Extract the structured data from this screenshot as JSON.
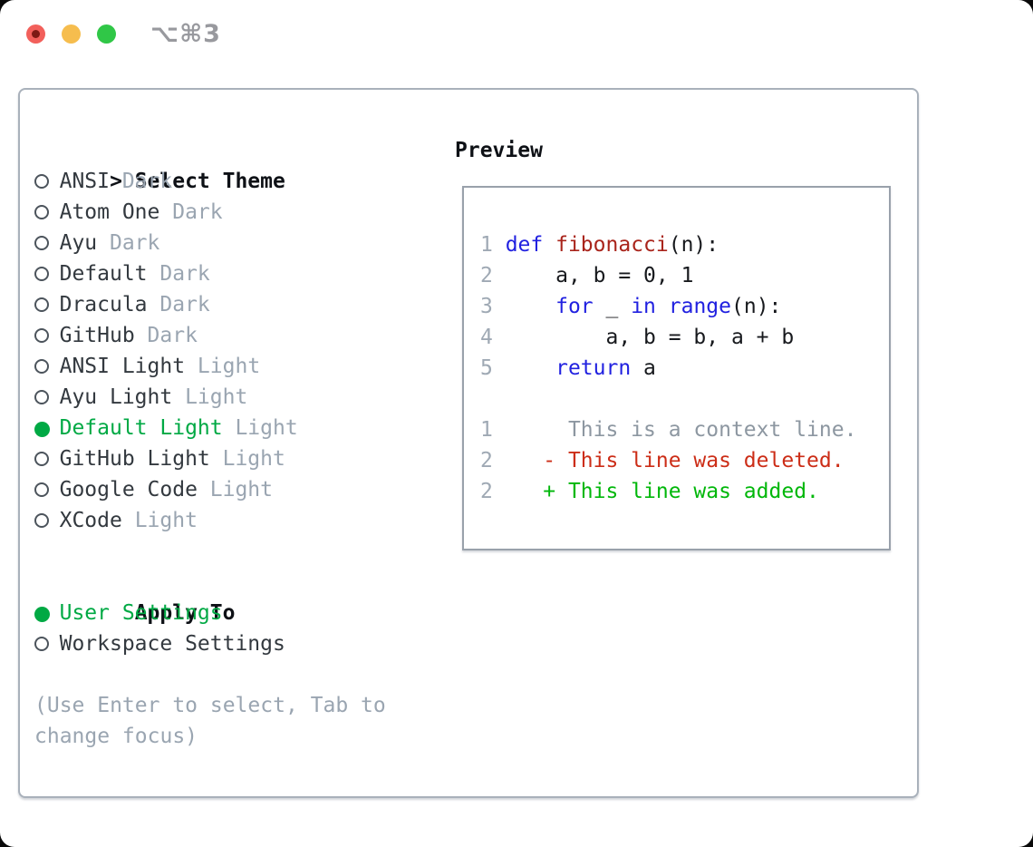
{
  "window": {
    "title_shortcut": "⌥⌘3"
  },
  "theme_selector": {
    "cursor": ">",
    "heading": "Select Theme",
    "themes": [
      {
        "name": "ANSI",
        "variant": "Dark",
        "selected": false
      },
      {
        "name": "Atom One",
        "variant": "Dark",
        "selected": false
      },
      {
        "name": "Ayu",
        "variant": "Dark",
        "selected": false
      },
      {
        "name": "Default",
        "variant": "Dark",
        "selected": false
      },
      {
        "name": "Dracula",
        "variant": "Dark",
        "selected": false
      },
      {
        "name": "GitHub",
        "variant": "Dark",
        "selected": false
      },
      {
        "name": "ANSI Light",
        "variant": "Light",
        "selected": false
      },
      {
        "name": "Ayu Light",
        "variant": "Light",
        "selected": false
      },
      {
        "name": "Default Light",
        "variant": "Light",
        "selected": true
      },
      {
        "name": "GitHub Light",
        "variant": "Light",
        "selected": false
      },
      {
        "name": "Google Code",
        "variant": "Light",
        "selected": false
      },
      {
        "name": "XCode",
        "variant": "Light",
        "selected": false
      }
    ],
    "apply_to": {
      "heading": "Apply To",
      "options": [
        {
          "label": "User Settings",
          "selected": true
        },
        {
          "label": "Workspace Settings",
          "selected": false
        }
      ]
    },
    "hint": "(Use Enter to select, Tab to change focus)"
  },
  "preview": {
    "heading": "Preview",
    "code_lines": [
      {
        "num": "1",
        "tokens": [
          [
            "kw",
            "def"
          ],
          [
            "pl",
            " "
          ],
          [
            "fn",
            "fibonacci"
          ],
          [
            "pl",
            "(n):"
          ]
        ]
      },
      {
        "num": "2",
        "tokens": [
          [
            "pl",
            "    a, b = 0, 1"
          ]
        ]
      },
      {
        "num": "3",
        "tokens": [
          [
            "pl",
            "    "
          ],
          [
            "kw",
            "for"
          ],
          [
            "pl",
            " _ "
          ],
          [
            "kw",
            "in"
          ],
          [
            "pl",
            " "
          ],
          [
            "kw",
            "range"
          ],
          [
            "pl",
            "(n):"
          ]
        ]
      },
      {
        "num": "4",
        "tokens": [
          [
            "pl",
            "        a, b = b, a + b"
          ]
        ]
      },
      {
        "num": "5",
        "tokens": [
          [
            "pl",
            "    "
          ],
          [
            "kw",
            "return"
          ],
          [
            "pl",
            " a"
          ]
        ]
      },
      {
        "num": "",
        "tokens": []
      },
      {
        "num": "1",
        "tokens": [
          [
            "ctx",
            "     This is a context line."
          ]
        ]
      },
      {
        "num": "2",
        "tokens": [
          [
            "del",
            "   - This line was deleted."
          ]
        ]
      },
      {
        "num": "2",
        "tokens": [
          [
            "add",
            "   + This line was added."
          ]
        ]
      }
    ]
  },
  "colors": {
    "selection_green": "#00a944",
    "added_green": "#00b70a",
    "deleted_red": "#cc2d17",
    "keyword_blue": "#2121e0",
    "function_red": "#a9241b",
    "muted_gray": "#9aa5b1",
    "panel_border": "#a9b1bb",
    "traffic_red": "#f2605b",
    "traffic_yellow": "#f6bd4e",
    "traffic_green": "#30c747"
  }
}
